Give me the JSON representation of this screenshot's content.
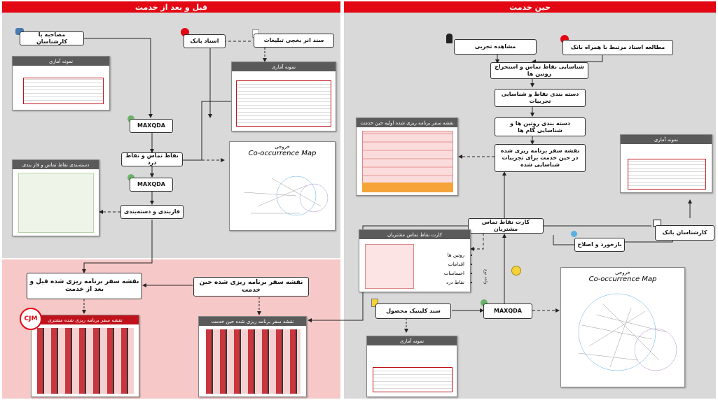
{
  "left_panel": {
    "title": "قبل و بعد از خدمت",
    "interview": "مصاحبه با کارشناسان",
    "bank_doc": "اسناد بانک",
    "ad_doc": "سند انر یخچی تبلیغات",
    "maxqda_1": "MAXQDA",
    "touchpoints": "نقاط تماس و نقاط درد",
    "maxqda_2": "MAXQDA",
    "classify": "فازبندی و دسته‌بندی",
    "stat_sample_1": "نمونه آماری",
    "stat_sample_2": "نمونه آماری",
    "coding_card": "دسته‌بندی نقاط تماس و فاز بندی",
    "output_label": "خروجی",
    "output_map": "Co-occurrence Map"
  },
  "bottom_panel": {
    "before_after_map": "نقشه سفر برنامه ریزی شده قبل و بعد از خدمت",
    "during_map": "نقشه سفر برنامه ریزی شده حین خدمت",
    "cjm_badge": "CJM",
    "cjm_card": "نقشه سفر برنامه ریزی شده مشتری",
    "during_card": "نقشه سفر برنامه ریزی شده حین خدمت"
  },
  "right_panel": {
    "title": "حین خدمت",
    "observe": "مشاهده تجربی",
    "study_docs": "مطالعه اسناد مرتبط با همراه بانک",
    "identify": "شناسایی نقاط تماس و استخراج روتین ها",
    "categorize_touch": "دسته بندی نقاط و شناسایی تجربیات",
    "categorize_routine": "دسته بندی روتین ها و شناسایی گام ها",
    "journey_map": "نقشه سفر برنامه ریزی شده در حین خدمت برای تجربیات شناسایی شده",
    "initial_map_card": "نقشه سفر برنامه ریزی شده اولیه حین خدمت",
    "stat_sample": "نمونه آماری",
    "card_touch": "کارت نقاط تماس مشتریان",
    "experts": "کارشناسان بانک",
    "review": "بازخورد و اصلاح",
    "touch_card_title": "کارت نقاط تماس مشتریان",
    "bullets": [
      "روتین ها",
      "اقدامات",
      "احساسات",
      "نقاط درد"
    ],
    "clinical": "سند کلینیک محصول",
    "maxqda": "MAXQDA",
    "side_label": "واحد نوع",
    "stat_sample_2": "نمونه آماری",
    "output_label": "خروجی",
    "output_map": "Co-occurrence Map"
  },
  "colors": {
    "accent": "#e30613",
    "panel_gray": "#d9d9d9",
    "panel_pink": "#f6c9c8"
  }
}
